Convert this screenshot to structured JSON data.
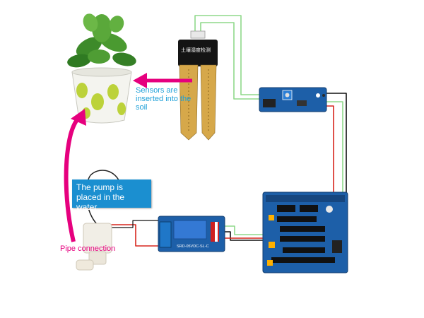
{
  "labels": {
    "sensors": "Sensors are inserted into the soil",
    "pump": "The pump is placed in the water",
    "pipe": "Pipe connection"
  },
  "board_text": {
    "soil_sensor": "土壤湿度检测",
    "relay": "SRD-05VDC-SL-C"
  },
  "colors": {
    "arrow": "#e6007e",
    "callout_blue": "#1b8fd0",
    "callout_text": "#1ea0d8",
    "wire_green": "#8fd88a",
    "wire_red": "#d7261e",
    "wire_black": "#111111",
    "board_blue": "#1d5fa8",
    "pcb_gold": "#d6a84a"
  }
}
